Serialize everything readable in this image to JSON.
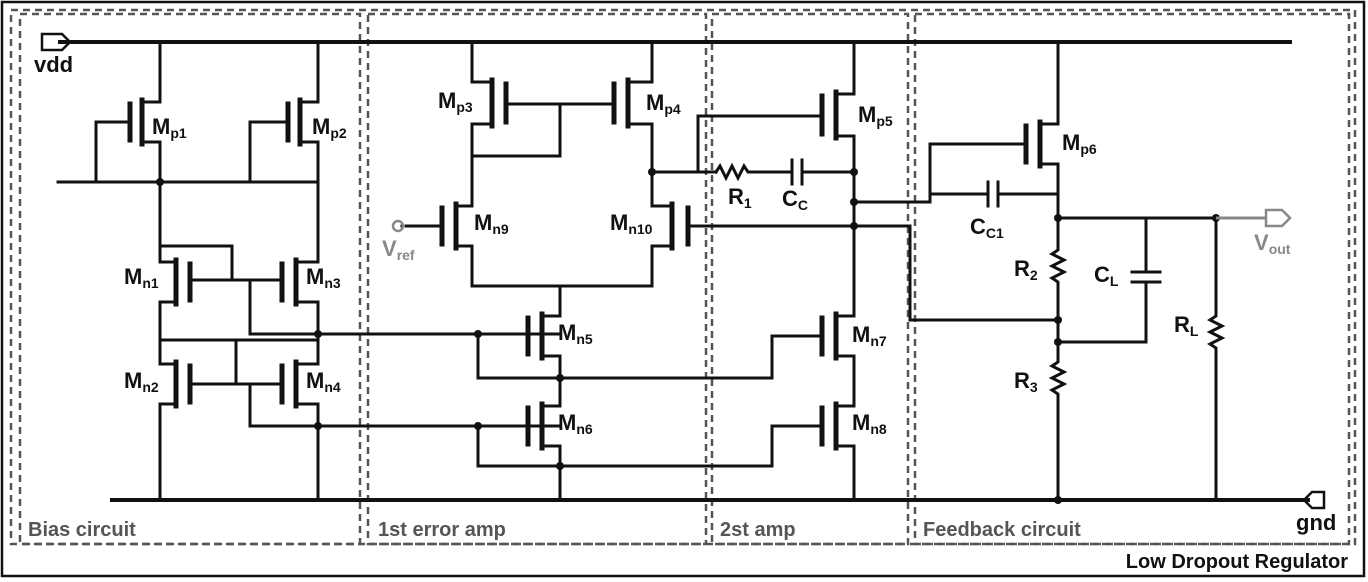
{
  "title": "Low Dropout Regulator",
  "sections": {
    "bias": "Bias circuit",
    "error_amp": "1st error amp",
    "second_amp": "2st amp",
    "feedback": "Feedback circuit"
  },
  "ports": {
    "vdd": "vdd",
    "gnd": "gnd",
    "vref_main": "V",
    "vref_sub": "ref",
    "vout_main": "V",
    "vout_sub": "out"
  },
  "devices": {
    "mp1": {
      "main": "M",
      "sub": "p1"
    },
    "mp2": {
      "main": "M",
      "sub": "p2"
    },
    "mp3": {
      "main": "M",
      "sub": "p3"
    },
    "mp4": {
      "main": "M",
      "sub": "p4"
    },
    "mp5": {
      "main": "M",
      "sub": "p5"
    },
    "mp6": {
      "main": "M",
      "sub": "p6"
    },
    "mn1": {
      "main": "M",
      "sub": "n1"
    },
    "mn2": {
      "main": "M",
      "sub": "n2"
    },
    "mn3": {
      "main": "M",
      "sub": "n3"
    },
    "mn4": {
      "main": "M",
      "sub": "n4"
    },
    "mn5": {
      "main": "M",
      "sub": "n5"
    },
    "mn6": {
      "main": "M",
      "sub": "n6"
    },
    "mn7": {
      "main": "M",
      "sub": "n7"
    },
    "mn8": {
      "main": "M",
      "sub": "n8"
    },
    "mn9": {
      "main": "M",
      "sub": "n9"
    },
    "mn10": {
      "main": "M",
      "sub": "n10"
    },
    "r1": {
      "main": "R",
      "sub": "1"
    },
    "r2": {
      "main": "R",
      "sub": "2"
    },
    "r3": {
      "main": "R",
      "sub": "3"
    },
    "rl": {
      "main": "R",
      "sub": "L"
    },
    "cc": {
      "main": "C",
      "sub": "C"
    },
    "cc1": {
      "main": "C",
      "sub": "C1"
    },
    "cl": {
      "main": "C",
      "sub": "L"
    }
  }
}
